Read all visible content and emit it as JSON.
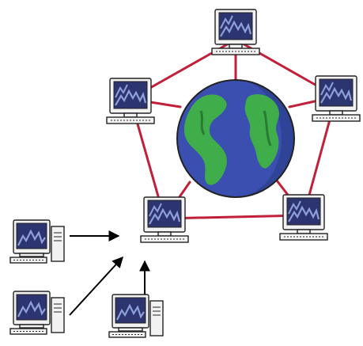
{
  "colors": {
    "background": "#ffffff",
    "network_link": "#c0203a",
    "arrow": "#000000",
    "ocean": "#3a4fb0",
    "ocean_shade": "#24357a",
    "land": "#3fae4a",
    "land_dark": "#2a7a33",
    "screen": "#2d3570",
    "screen_pattern": "#8fa0d8",
    "computer_body": "#f2f2f2",
    "computer_outline": "#222222"
  },
  "icons": {
    "globe": "globe-icon",
    "computer": "computer-icon",
    "tower_computer": "tower-computer-icon",
    "arrow": "arrow-icon"
  },
  "nodes": {
    "top": "network-computer-top",
    "left": "network-computer-left",
    "right": "network-computer-right",
    "bottom_left": "network-computer-bottom-left",
    "bottom_right": "network-computer-bottom-right"
  },
  "clients": {
    "left": "client-computer-left",
    "bottom_left": "client-computer-bottom-left",
    "bottom": "client-computer-bottom"
  }
}
